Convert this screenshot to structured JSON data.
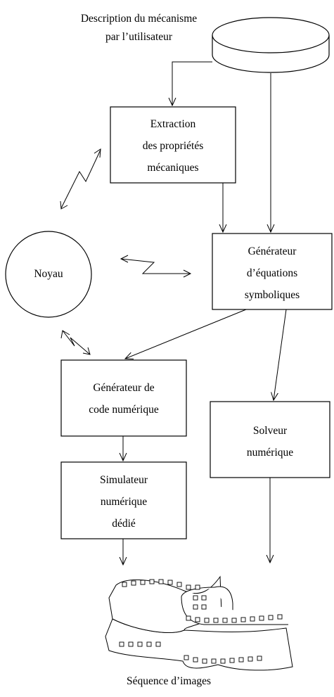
{
  "diagram": {
    "input_label": [
      "Description du mécanisme",
      "par l’utilisateur"
    ],
    "extraction_box": [
      "Extraction",
      "des propriétés",
      "mécaniques"
    ],
    "kernel_label": "Noyau",
    "symbolic_generator_box": [
      "Générateur",
      "d’équations",
      "symboliques"
    ],
    "code_generator_box": [
      "Générateur de",
      "code numérique"
    ],
    "solver_box": [
      "Solveur",
      "numérique"
    ],
    "simulator_box": [
      "Simulateur",
      "numérique",
      "dédié"
    ],
    "output_label": "Séquence d’images"
  }
}
